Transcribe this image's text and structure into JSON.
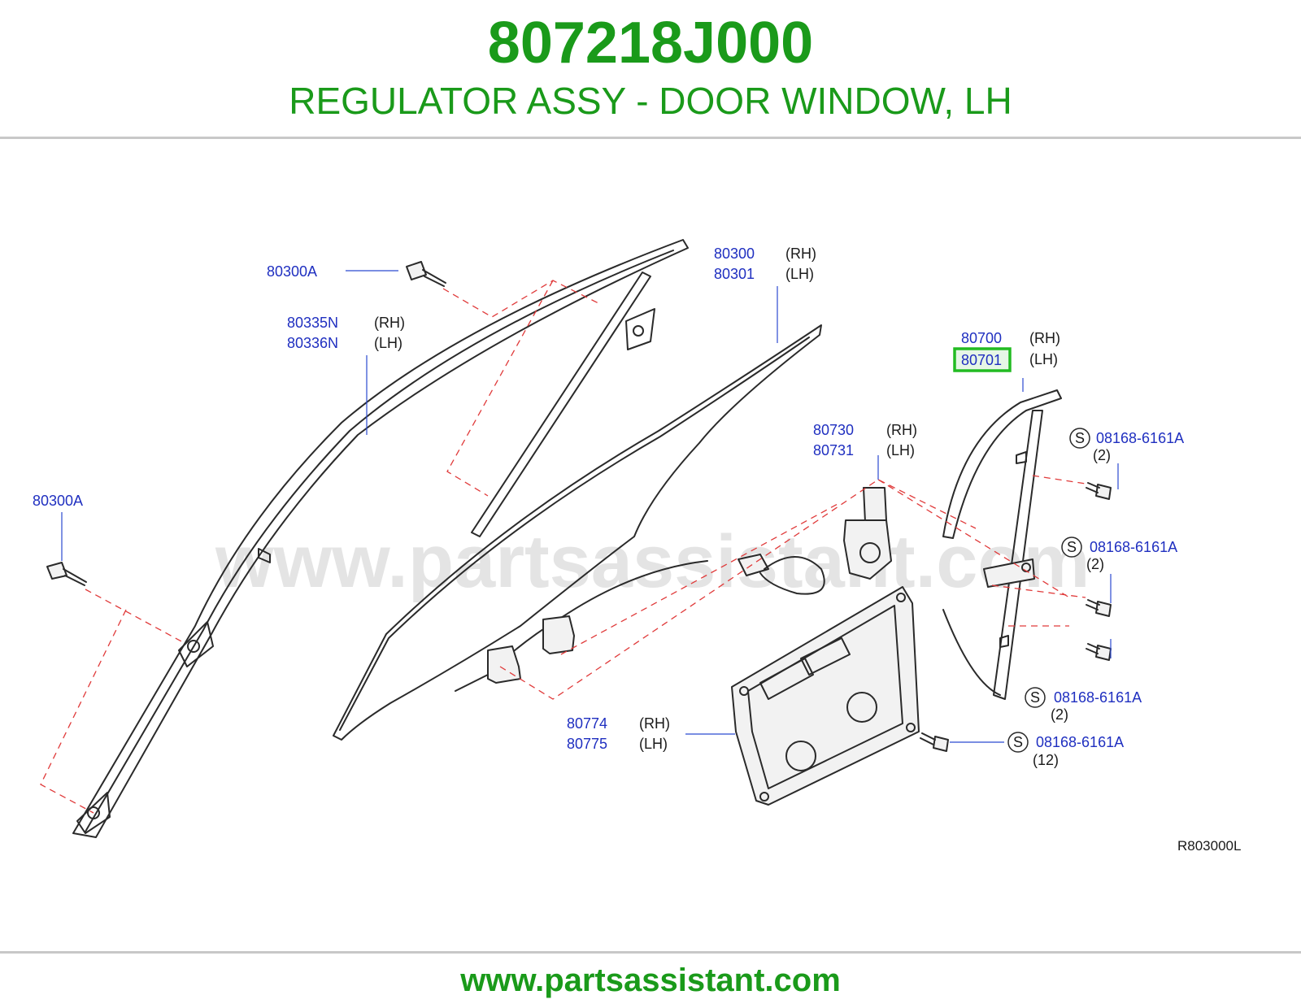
{
  "header": {
    "part_number": "807218J000",
    "description": "REGULATOR ASSY - DOOR WINDOW, LH"
  },
  "diagram": {
    "watermark": "www.partsassistant.com",
    "reference_code": "R803000L",
    "callouts": {
      "c80300a_top": "80300A",
      "c80300a_left": "80300A",
      "c80335n": "80335N",
      "c80335n_side": "(RH)",
      "c80336n": "80336N",
      "c80336n_side": "(LH)",
      "c80300": "80300",
      "c80300_side": "(RH)",
      "c80301": "80301",
      "c80301_side": "(LH)",
      "c80700": "80700",
      "c80700_side": "(RH)",
      "c80701": "80701",
      "c80701_side": "(LH)",
      "c80730": "80730",
      "c80730_side": "(RH)",
      "c80731": "80731",
      "c80731_side": "(LH)",
      "c80774": "80774",
      "c80774_side": "(RH)",
      "c80775": "80775",
      "c80775_side": "(LH)",
      "s_symbol": "S",
      "bolt1": "08168-6161A",
      "bolt1_qty": "(2)",
      "bolt2": "08168-6161A",
      "bolt2_qty": "(2)",
      "bolt3": "08168-6161A",
      "bolt3_qty": "(2)",
      "bolt4": "08168-6161A",
      "bolt4_qty": "(12)"
    },
    "highlighted_part": "80701",
    "highlight_color": "#22bb22"
  },
  "footer": {
    "url": "www.partsassistant.com"
  },
  "colors": {
    "brand_green": "#1a9a1a",
    "callout_blue": "#1f2fc0",
    "leader_dash_red": "#e03a3a"
  }
}
